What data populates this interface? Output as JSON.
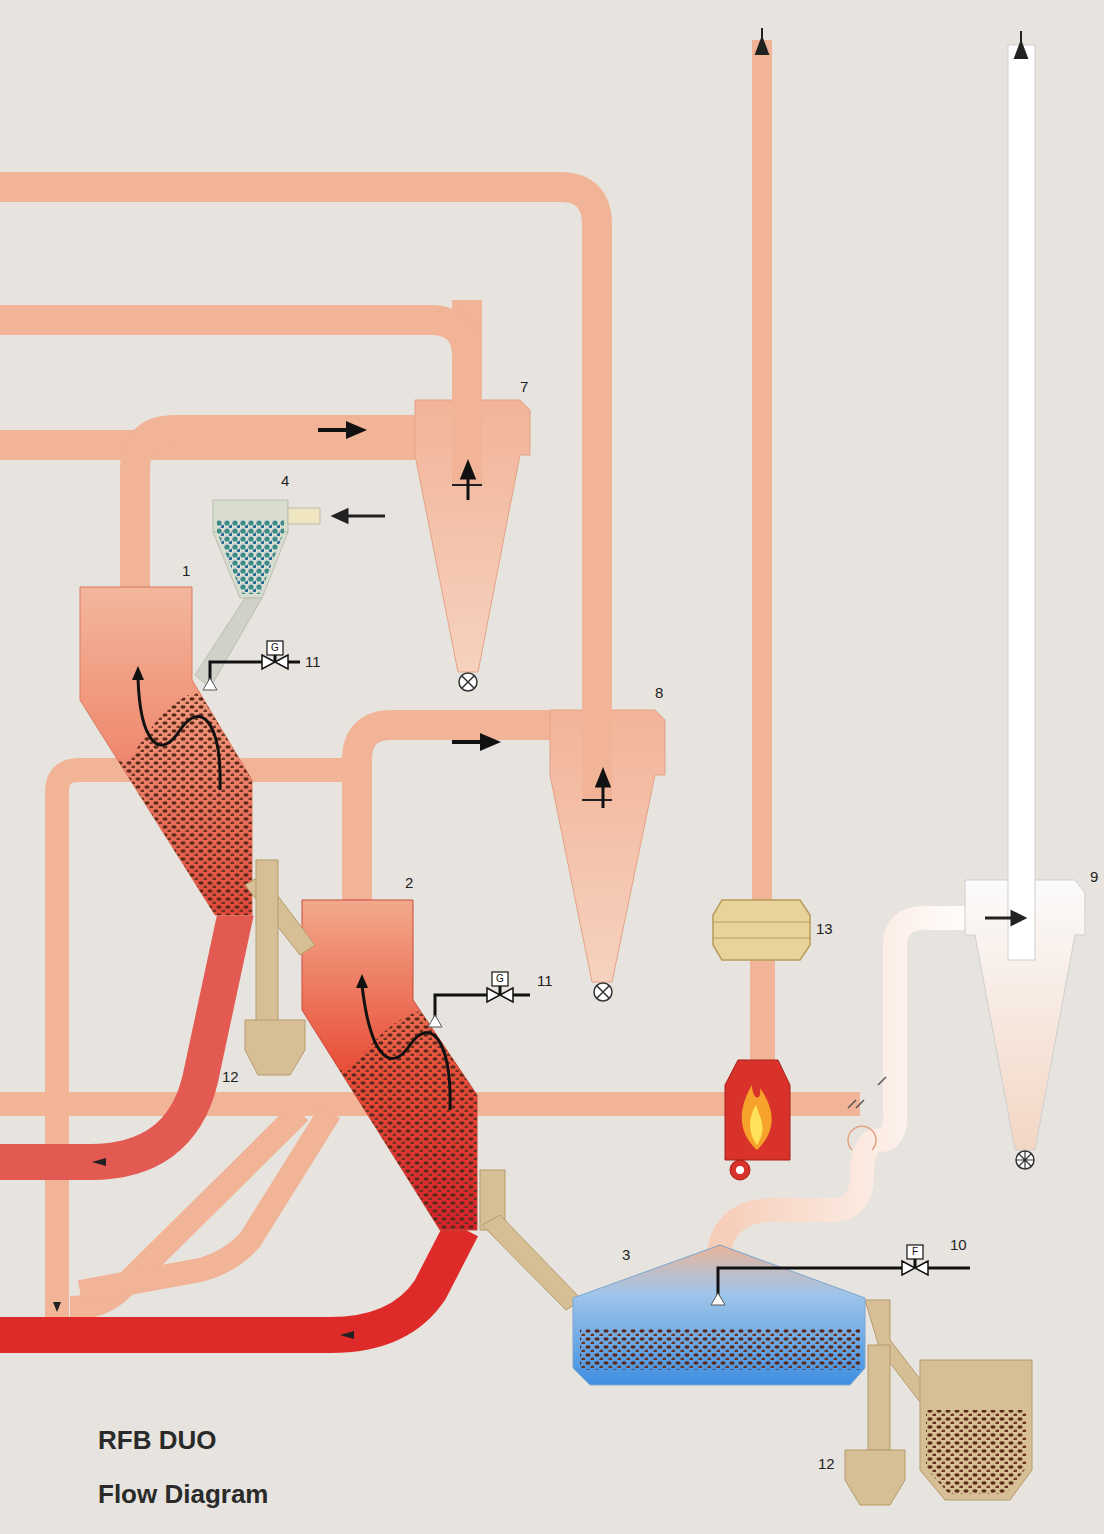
{
  "diagram": {
    "title": "RFB DUO Flow Diagram",
    "labels": [
      "7",
      "4",
      "1",
      "G",
      "11",
      "8",
      "2",
      "13",
      "9",
      "G",
      "11",
      "12",
      "3",
      "F",
      "10",
      "12"
    ]
  }
}
